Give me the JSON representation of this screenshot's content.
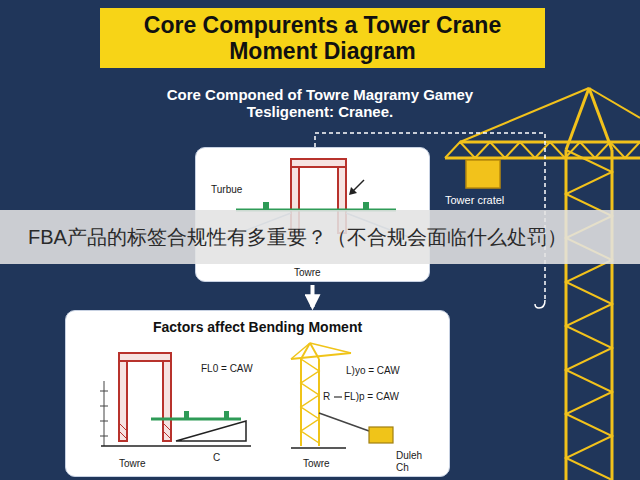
{
  "diagram": {
    "title": "Core Compurents a Tower Crane Moment Diagram",
    "nodes": [
      {
        "text": [
          "Turbue",
          "Towre"
        ]
      },
      {
        "text": [
          "Factors affect Bending Moment",
          "FL0 = CAW",
          "L)yo = CAW",
          "R",
          "FL)p = CAW",
          "Towre",
          "C",
          "Towre",
          "Duleh Ch"
        ]
      }
    ],
    "edges": [
      {
        "from": 0,
        "to": 1,
        "arrow": "to"
      }
    ],
    "labels": [
      "Core Componed of Towre Magramy Gamey Tesligenent: Cranee.",
      "Tower cratel",
      "FBA产品的标签合规性有多重要？（不合规会面临什么处罚）"
    ]
  }
}
